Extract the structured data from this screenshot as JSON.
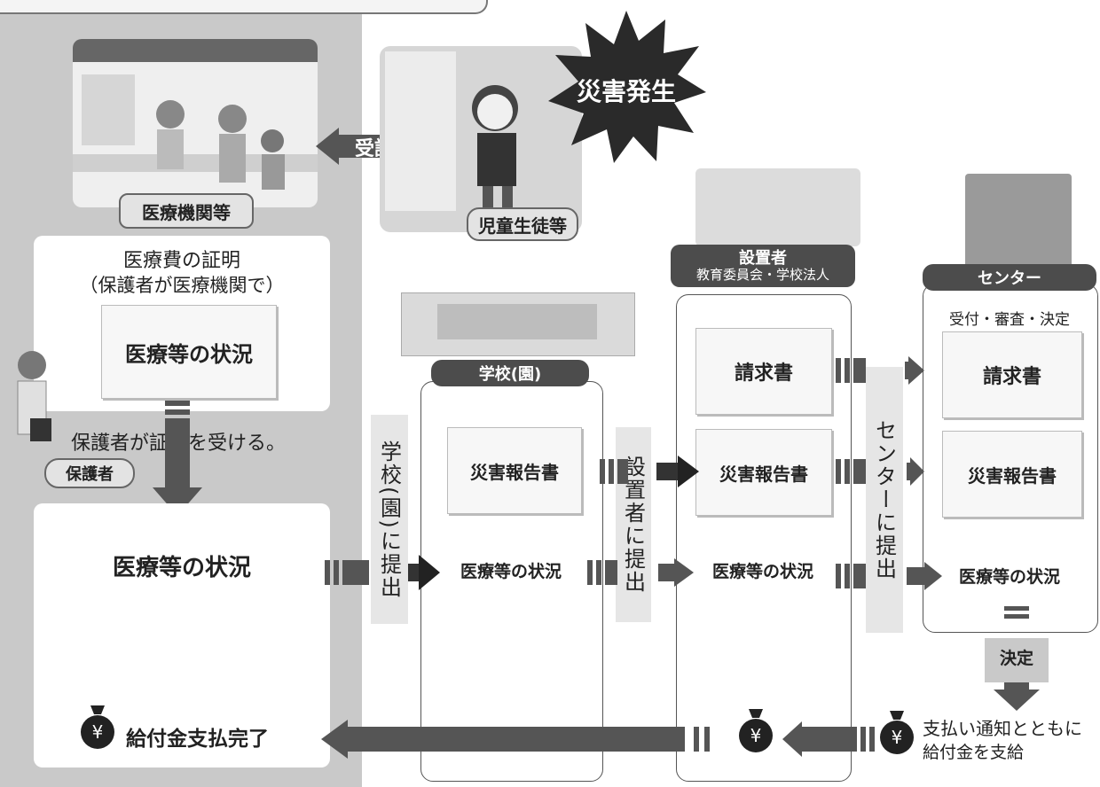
{
  "left": {
    "clinic_label": "医療機関等",
    "receive_label": "受診",
    "cert_title": "医療費の証明",
    "cert_sub": "（保護者が医療機関で）",
    "med_status_1": "医療等の状況",
    "guardian_text": "保護者が証明を受ける。",
    "guardian_label": "保護者",
    "med_status_2": "医療等の状況",
    "payment_done": "給付金支払完了"
  },
  "top": {
    "student_label": "児童生徒等",
    "disaster_label": "災害発生"
  },
  "school": {
    "label": "学校(園)",
    "submit_label": "学校(園)に提出",
    "report": "災害報告書",
    "med_status": "医療等の状況"
  },
  "founder": {
    "label": "設置者",
    "sublabel": "教育委員会・学校法人",
    "submit_label": "設置者に提出",
    "claim": "請求書",
    "report": "災害報告書",
    "med_status": "医療等の状況"
  },
  "center": {
    "label": "センター",
    "process": "受付・審査・決定",
    "submit_label": "センターに提出",
    "claim": "請求書",
    "report": "災害報告書",
    "med_status": "医療等の状況",
    "decision": "決定",
    "pay_text_1": "支払い通知とともに",
    "pay_text_2": "給付金を支給"
  },
  "colors": {
    "panel": "#c9c9c9",
    "pill": "#4c4c4c",
    "arrow": "#555555"
  }
}
